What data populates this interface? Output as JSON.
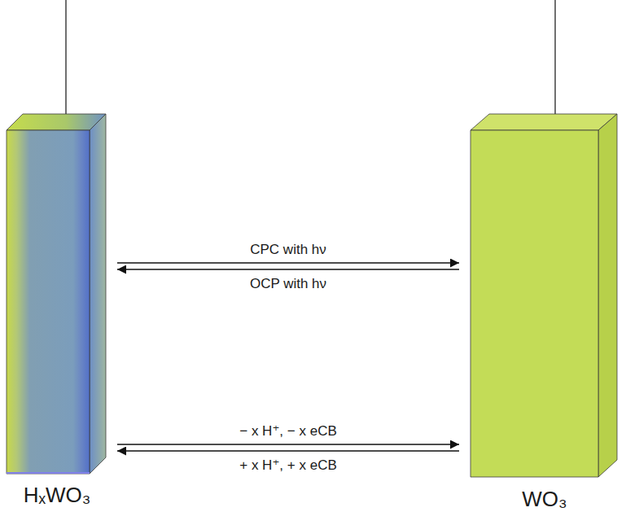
{
  "diagram": {
    "nodes": [
      {
        "text": [
          "HₓWO₃"
        ]
      },
      {
        "text": [
          "WO₃"
        ]
      }
    ],
    "edges": [
      {
        "from": 0,
        "to": 1,
        "arrow": "to",
        "label": "CPC with hν"
      },
      {
        "from": 1,
        "to": 0,
        "arrow": "to",
        "label": "OCP with hν"
      },
      {
        "from": 0,
        "to": 1,
        "arrow": "to",
        "label": "− x H⁺, − x eCB"
      },
      {
        "from": 1,
        "to": 0,
        "arrow": "to",
        "label": "+ x H⁺, + x eCB"
      }
    ]
  }
}
